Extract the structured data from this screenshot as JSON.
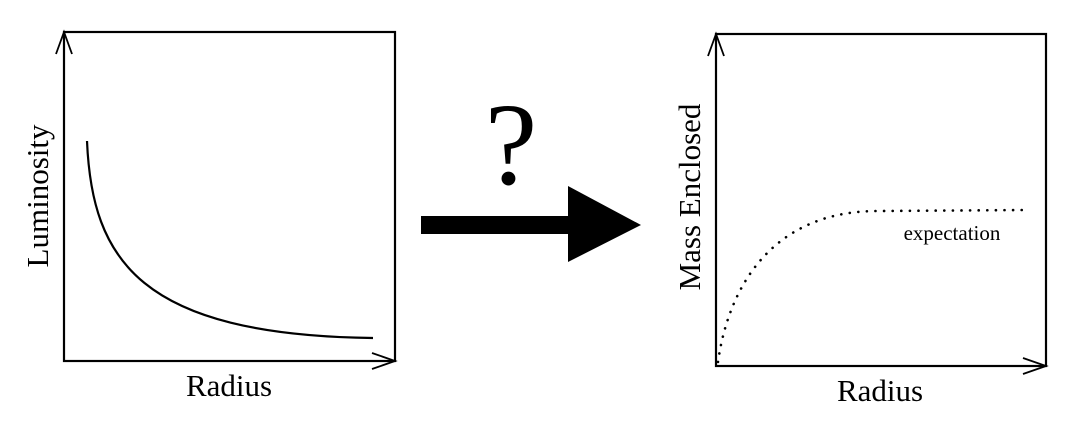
{
  "colors": {
    "ink": "#000000",
    "background": "#ffffff"
  },
  "left_plot": {
    "xlabel": "Radius",
    "ylabel": "Luminosity",
    "curve_style": "solid",
    "trend": "decreasing"
  },
  "connector": {
    "symbol": "?",
    "arrow_icon": "arrow-right-icon"
  },
  "right_plot": {
    "xlabel": "Radius",
    "ylabel": "Mass Enclosed",
    "curve_style": "dotted",
    "trend": "increasing-saturating",
    "annotation": "expectation"
  }
}
